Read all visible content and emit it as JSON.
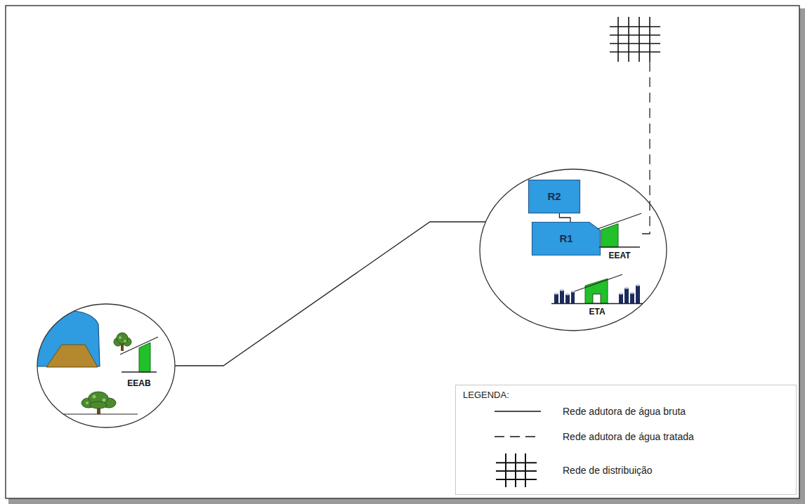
{
  "diagram": {
    "nodes": [
      {
        "text": []
      },
      {
        "text": [
          "EEAB"
        ],
        "in": 0
      },
      {
        "text": []
      },
      {
        "text": [
          "R2"
        ],
        "in": 2
      },
      {
        "text": [
          "R1"
        ],
        "in": 2
      },
      {
        "text": [
          "EEAT"
        ],
        "in": 2
      },
      {
        "text": [
          "ETA"
        ],
        "in": 2
      },
      {
        "text": []
      }
    ],
    "edges": [
      {
        "from": 0,
        "to": 2,
        "arrow": "none"
      },
      {
        "from": 3,
        "to": 4,
        "arrow": "none"
      },
      {
        "from": 5,
        "to": 7,
        "arrow": "none"
      }
    ],
    "labels": [
      "LEGENDA:"
    ],
    "legend": [
      {
        "text": "Rede adutora de água bruta"
      },
      {
        "text": "Rede adutora de água tratada"
      },
      {
        "text": "Rede de distribuição"
      }
    ]
  }
}
